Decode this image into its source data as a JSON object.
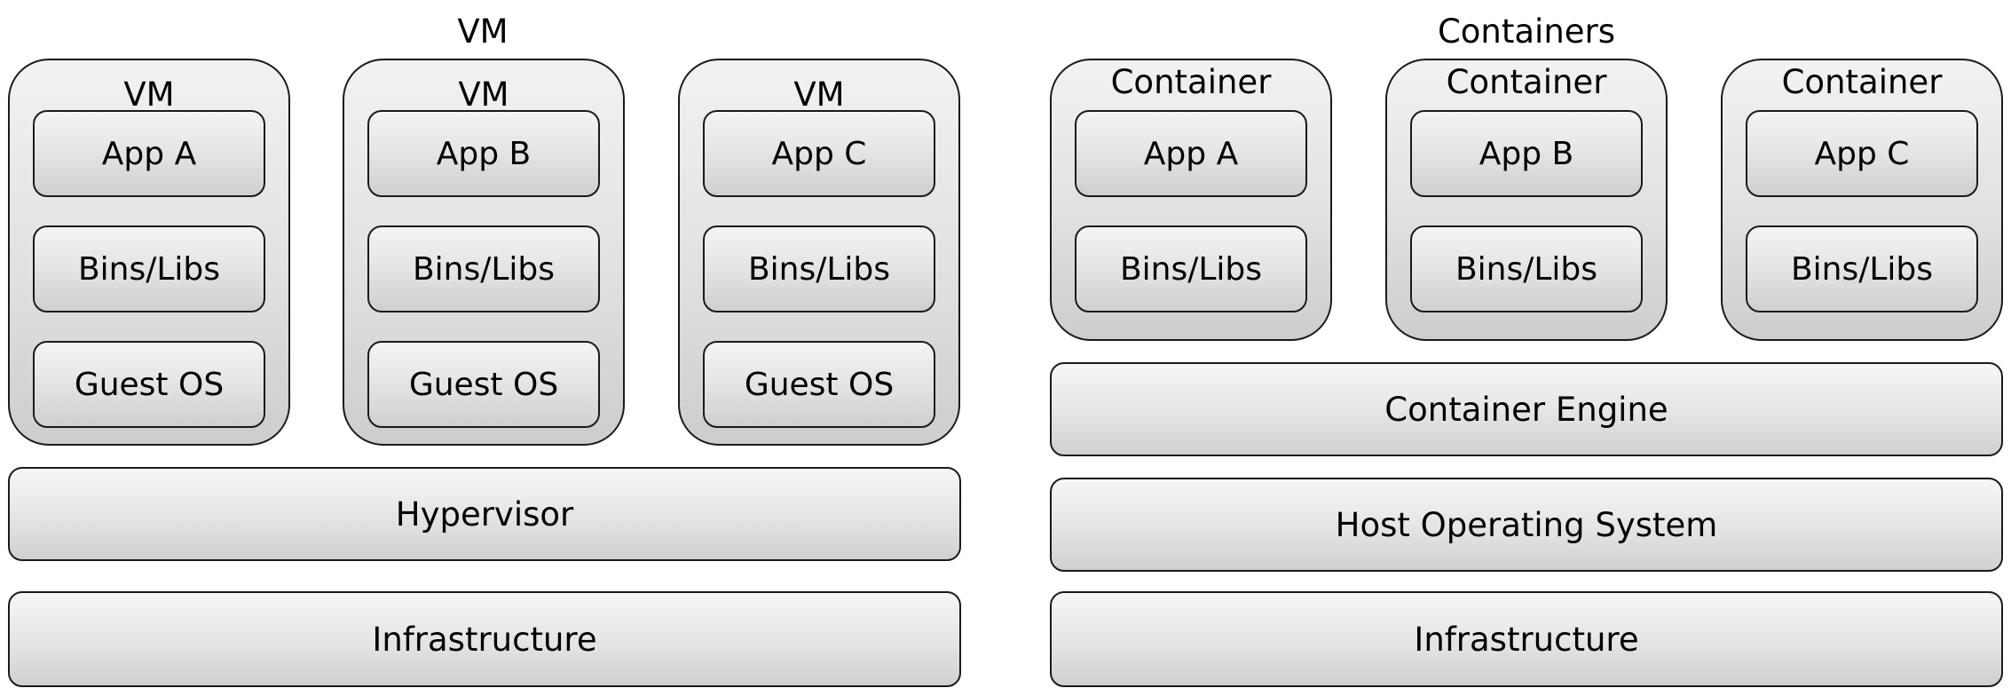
{
  "vm_side": {
    "title": "VM",
    "groups": [
      {
        "label": "VM",
        "app": "App A",
        "bins": "Bins/Libs",
        "os": "Guest OS"
      },
      {
        "label": "VM",
        "app": "App B",
        "bins": "Bins/Libs",
        "os": "Guest OS"
      },
      {
        "label": "VM",
        "app": "App C",
        "bins": "Bins/Libs",
        "os": "Guest OS"
      }
    ],
    "hypervisor": "Hypervisor",
    "infrastructure": "Infrastructure"
  },
  "container_side": {
    "title": "Containers",
    "groups": [
      {
        "label": "Container",
        "app": "App A",
        "bins": "Bins/Libs"
      },
      {
        "label": "Container",
        "app": "App B",
        "bins": "Bins/Libs"
      },
      {
        "label": "Container",
        "app": "App C",
        "bins": "Bins/Libs"
      }
    ],
    "engine": "Container Engine",
    "host_os": "Host Operating System",
    "infrastructure": "Infrastructure"
  }
}
